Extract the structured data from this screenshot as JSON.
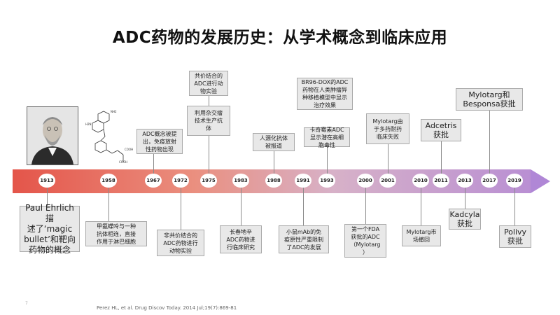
{
  "title": "ADC药物的发展历史：从学术概念到临床应用",
  "years": [
    "1913",
    "1958",
    "1967",
    "1972",
    "1975",
    "1983",
    "1988",
    "1991",
    "1993",
    "2000",
    "2001",
    "2010",
    "2011",
    "2013",
    "2017",
    "2019"
  ],
  "events_above": [
    "ADC概念被提\n出，免疫放射\n性药物出现",
    "共价结合的\nADC进行动\n物实验",
    "利用杂交瘤\n技术生产抗\n体",
    "人源化抗体\n被报道",
    "BR96-DOX的ADC\n药物在人类肿瘤异\n种移植模型中显示\n治疗效果",
    "卡奇霉素ADC\n显示潜在高细\n胞毒性",
    "Mylotarg由\n于多药耐药\n临床失败",
    "Adcetris\n获批",
    "Mylotarg和\nBesponsa获批"
  ],
  "events_below": [
    "Paul Ehrlich描\n述了‘magic\nbullet’和靶向\n药物的概念",
    "甲氨蝶呤与一种\n抗体相连，直接\n作用于淋巴细胞",
    "非共价结合的\nADC药物进行\n动物实验",
    "长春地辛\nADC药物进\n行临床研究",
    "小鼠mAb的免\n疫原性严重限制\n了ADC的发展",
    "第一个FDA\n获批的ADC\n（Mylotarg\n）",
    "Mylotarg市\n场撤回",
    "Kadcyla\n获批",
    "Polivy\n获批"
  ],
  "citation": "Perez HL, et al. Drug Discov Today. 2014 Jul;19(7):869-81",
  "page_number": "7",
  "icons": {
    "portrait": "scientist-portrait-icon",
    "molecule": "methotrexate-structure-icon"
  }
}
